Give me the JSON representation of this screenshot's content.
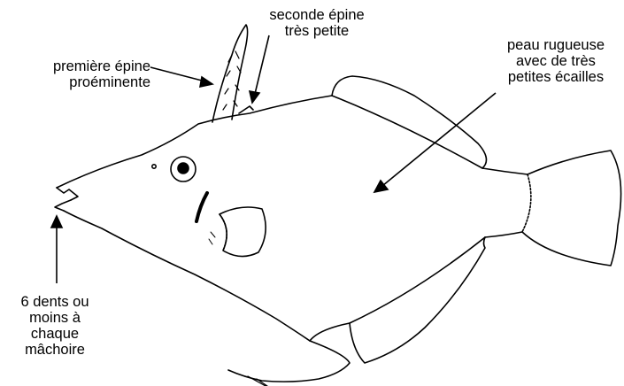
{
  "labels": {
    "first_spine": [
      "première épine",
      "proéminente"
    ],
    "second_spine": [
      "seconde épine",
      "très petite"
    ],
    "skin": [
      "peau rugueuse",
      "avec de très",
      "petites écailles"
    ],
    "teeth": [
      "6 dents ou",
      "moins à",
      "chaque",
      "mâchoire"
    ]
  },
  "colors": {
    "ink": "#000000",
    "background": "#ffffff"
  }
}
